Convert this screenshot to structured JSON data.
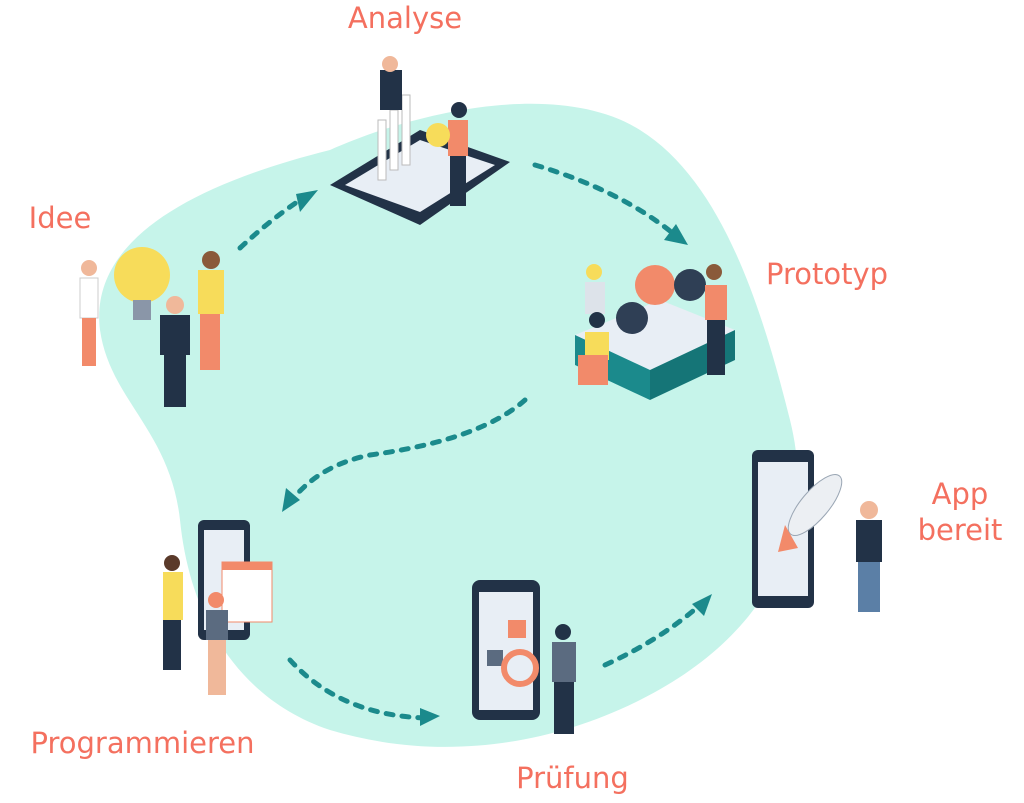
{
  "title": "App development cycle",
  "colors": {
    "label": "#f4705f",
    "blob": "#c6f4ea",
    "arrow": "#1b8a8c",
    "dark": "#223247",
    "accent": "#f28a6a",
    "yellow": "#f7dc5a"
  },
  "stages": [
    {
      "label": "Idee"
    },
    {
      "label": "Analyse"
    },
    {
      "label": "Prototyp"
    },
    {
      "label": "Programmieren"
    },
    {
      "label": "Prüfung"
    },
    {
      "label": "App bereit"
    }
  ]
}
